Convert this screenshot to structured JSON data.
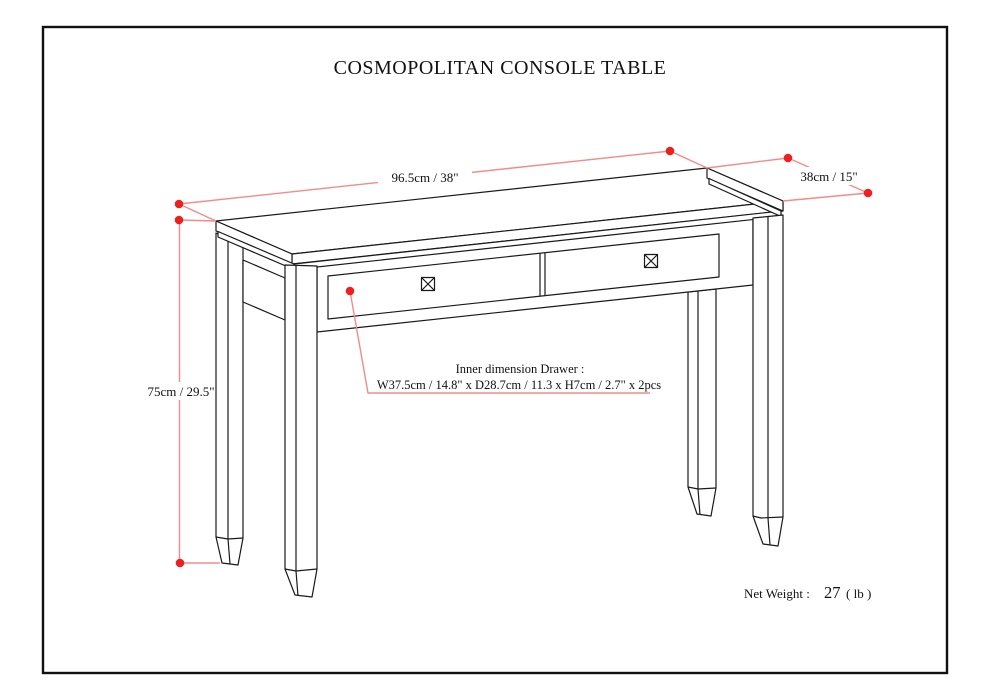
{
  "page": {
    "title": "COSMOPOLITAN CONSOLE TABLE"
  },
  "product": {
    "name": "Cosmopolitan Console Table",
    "drawer_count": 2
  },
  "dimensions": {
    "width_label": "96.5cm / 38\"",
    "depth_label": "38cm / 15\"",
    "height_label": "75cm / 29.5\"",
    "drawer_note_line1": "Inner dimension Drawer :",
    "drawer_note_line2": "W37.5cm / 14.8\" x D28.7cm / 11.3 x H7cm / 2.7\" x 2pcs"
  },
  "footer": {
    "net_weight_label": "Net Weight :",
    "net_weight_value": "27",
    "net_weight_unit": "( lb )"
  },
  "colors": {
    "drawing_line": "#1a1a1a",
    "dimension_line": "#f48a8a",
    "dimension_dot": "#ee1f1f",
    "background": "#ffffff"
  }
}
